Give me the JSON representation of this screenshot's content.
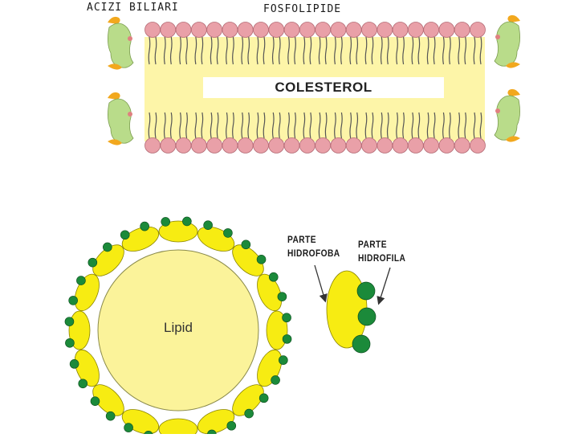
{
  "labels": {
    "bile_acids": "ACIZI BILIARI",
    "phospholipids": "FOSFOLIPIDE",
    "cholesterol": "COLESTEROL",
    "lipid": "Lipid",
    "hydrophobic_line1": "PARTE",
    "hydrophobic_line2": "HIDROFOBA",
    "hydrophilic_line1": "PARTE",
    "hydrophilic_line2": "HIDROFILA"
  },
  "colors": {
    "head_pink": "#e9a0a8",
    "core_yellow": "#fdf5a8",
    "lipid_core": "#fbf39a",
    "bile_green": "#b9dc8a",
    "bile_orange": "#f2a81e",
    "micelle_yellow": "#f7ec12",
    "micelle_green": "#1b8a3a"
  },
  "icons": [
    "phospholipid-molecule",
    "bile-acid-molecule",
    "micelle-unit",
    "arrow"
  ]
}
